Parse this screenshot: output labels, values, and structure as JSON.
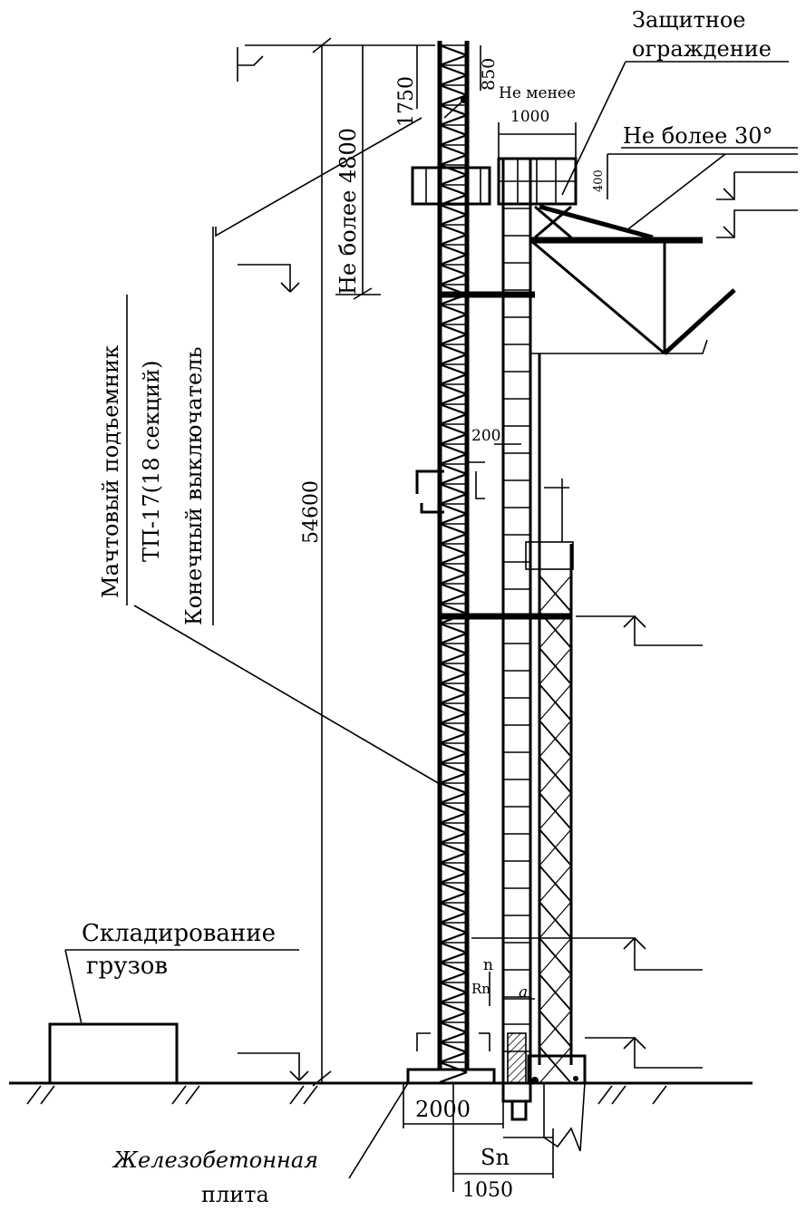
{
  "labels": {
    "guard": [
      "Защитное",
      "ограждение"
    ],
    "not_more_30": "Не более 30°",
    "not_less": "Не менее",
    "dim_1000": "1000",
    "dim_400": "400",
    "dim_850": "850",
    "dim_1750": "1750",
    "not_more_4800": "Не более 4800",
    "dim_54600": "54600",
    "dim_200": "200",
    "mast_lift": "Мачтовый подъемник",
    "mast_model": "ТП-17(18 секций)",
    "limit_switch": "Конечный выключатель",
    "storage": [
      "Складирование",
      "грузов"
    ],
    "label_n": "n",
    "label_rn": "Rn",
    "label_a": "a",
    "dim_2000": "2000",
    "label_sn": "Sn",
    "dim_1050": "1050",
    "slab": [
      "Железобетонная",
      "плита"
    ]
  }
}
